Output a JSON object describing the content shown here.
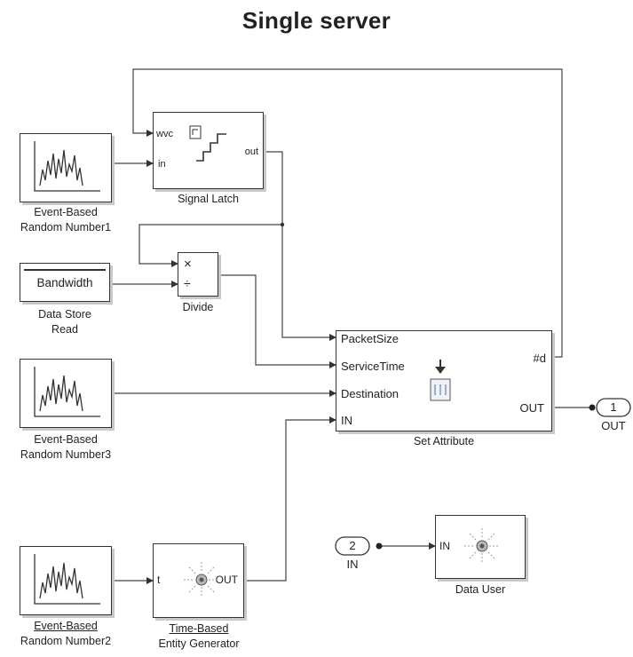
{
  "diagram": {
    "title": "Single server",
    "blocks": {
      "rn1": {
        "caption_line1": "Event-Based",
        "caption_line2": "Random Number1"
      },
      "latch": {
        "caption": "Signal Latch",
        "port_wvc": "wvc",
        "port_in": "in",
        "port_out": "out"
      },
      "ds": {
        "label": "Bandwidth",
        "caption_line1": "Data Store",
        "caption_line2": "Read"
      },
      "divide": {
        "caption": "Divide",
        "sym_mul": "×",
        "sym_div": "÷"
      },
      "rn3": {
        "caption_line1": "Event-Based",
        "caption_line2": "Random Number3"
      },
      "setattr": {
        "caption": "Set Attribute",
        "port_packet": "PacketSize",
        "port_service": "ServiceTime",
        "port_dest": "Destination",
        "port_in": "IN",
        "port_id": "#d",
        "port_out": "OUT"
      },
      "out1": {
        "number": "1",
        "label": "OUT"
      },
      "rn2": {
        "caption_line1": "Event-Based",
        "caption_line2": "Random Number2"
      },
      "teg": {
        "caption_line1": "Time-Based",
        "caption_line2": "Entity Generator",
        "port_t": "t",
        "port_out": "OUT"
      },
      "in2": {
        "number": "2",
        "label": "IN"
      },
      "du": {
        "caption": "Data User",
        "port_in": "IN"
      }
    }
  }
}
